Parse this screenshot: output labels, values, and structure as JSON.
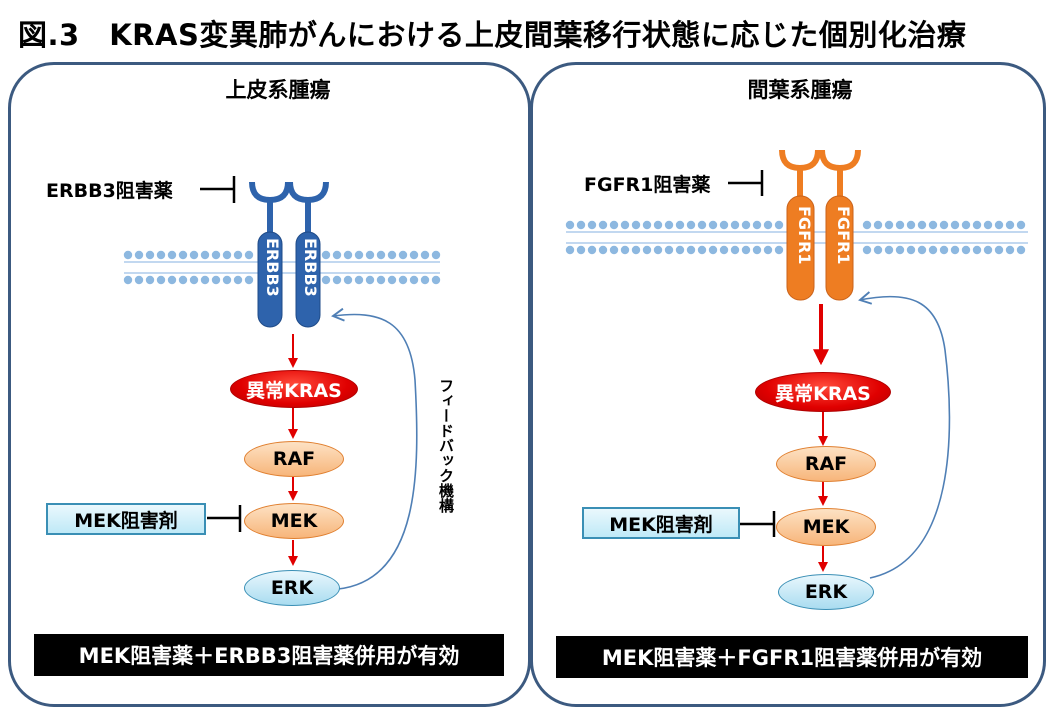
{
  "title": "図.3　KRAS変異肺がんにおける上皮間葉移行状態に応じた個別化治療",
  "left_panel": {
    "title": "上皮系腫瘍",
    "receptor_inhibitor": "ERBB3阻害薬",
    "receptor_labels": [
      "ERBB3",
      "ERBB3"
    ],
    "kras": "異常KRAS",
    "raf": "RAF",
    "mek": "MEK",
    "erk": "ERK",
    "mek_inhibitor": "MEK阻害剤",
    "feedback": "フィードバック機構",
    "result": "MEK阻害薬＋ERBB3阻害薬併用が有効"
  },
  "right_panel": {
    "title": "間葉系腫瘍",
    "receptor_inhibitor": "FGFR1阻害薬",
    "receptor_labels": [
      "FGFR1",
      "FGFR1"
    ],
    "kras": "異常KRAS",
    "raf": "RAF",
    "mek": "MEK",
    "erk": "ERK",
    "mek_inhibitor": "MEK阻害剤",
    "result": "MEK阻害薬＋FGFR1阻害薬併用が有効"
  },
  "colors": {
    "frame": "#3c5a80",
    "erbb3": "#2e63ac",
    "fgfr1": "#ee7d22",
    "arrow": "#e00000",
    "feedback": "#4f7fb5",
    "membrane": "#9ec1e6"
  }
}
